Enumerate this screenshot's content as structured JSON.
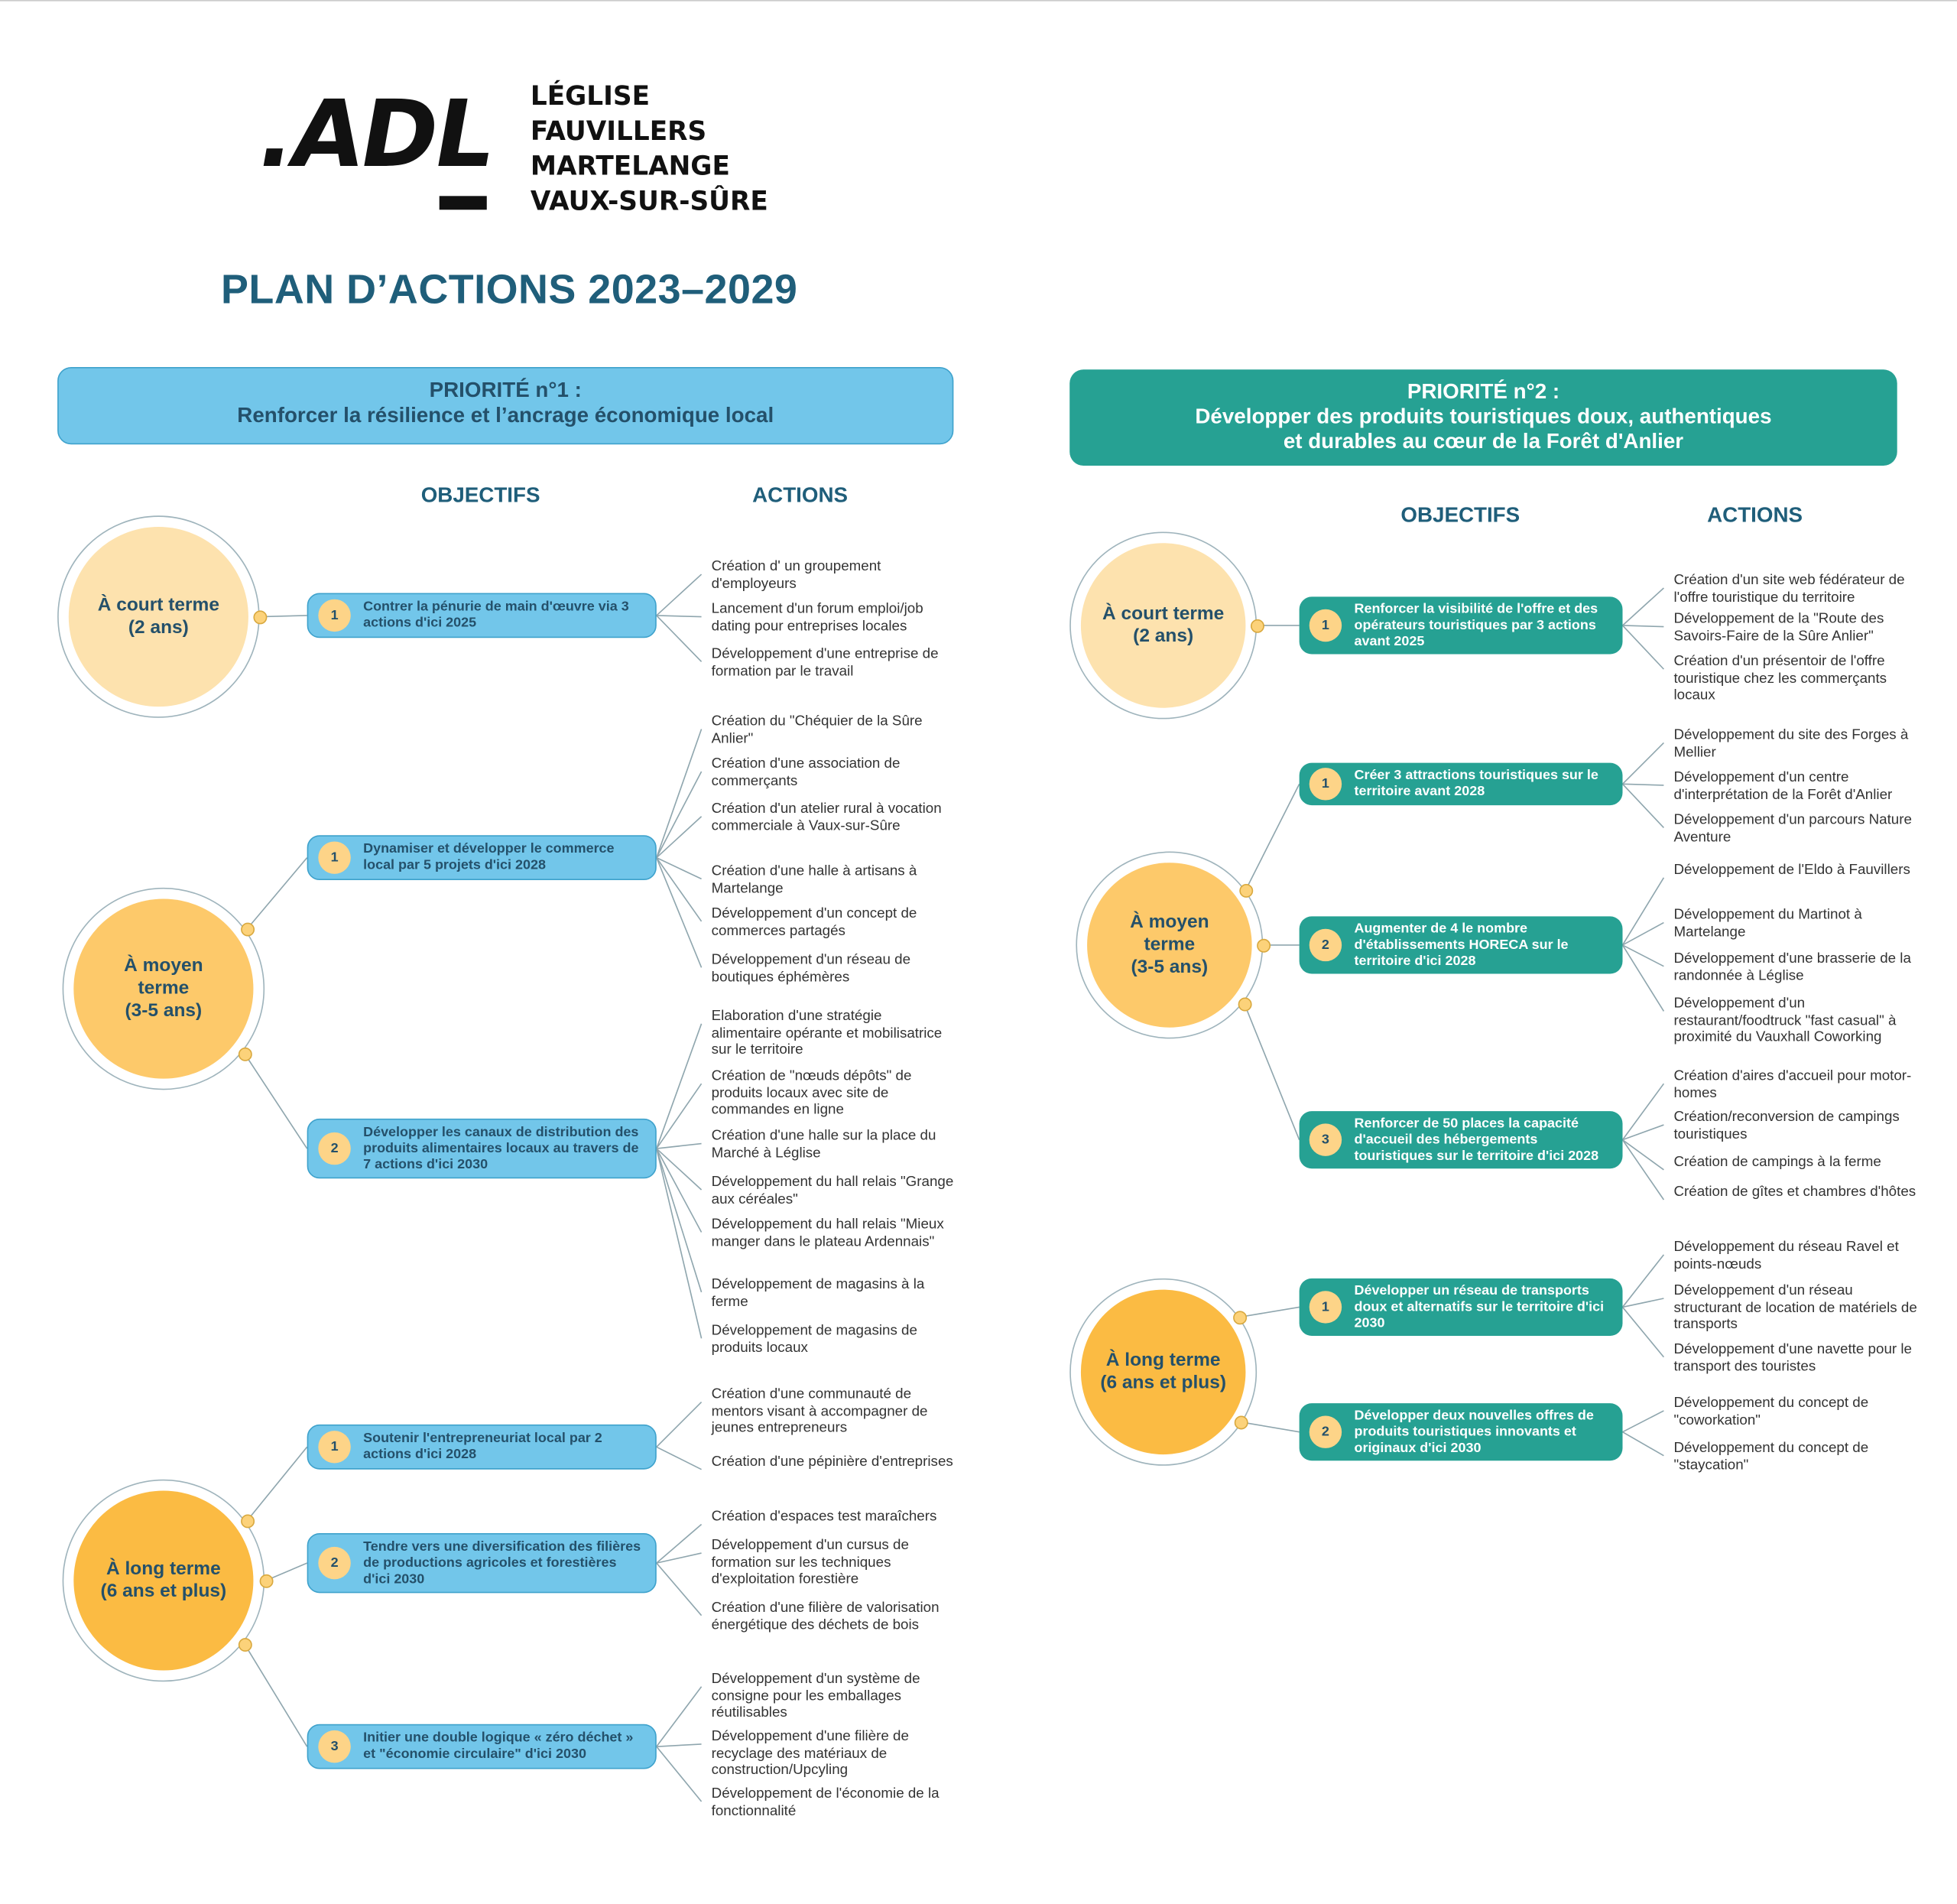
{
  "logo": {
    "text": ".ADL",
    "towns": [
      "LÉGLISE",
      "FAUVILLERS",
      "MARTELANGE",
      "VAUX-SUR-SÛRE"
    ]
  },
  "title": "PLAN D’ACTIONS 2023–2029",
  "colors": {
    "p1": "#72c6ea",
    "p2": "#26a193",
    "short": "#fde2ae",
    "mid": "#fdc96a",
    "long": "#fbbb43",
    "title": "#1f5e7a"
  },
  "priorities": [
    {
      "label": "PRIORITÉ n°1 :",
      "subtitle": [
        "Renforcer la résilience et l’ancrage économique local"
      ],
      "objectives_header": "OBJECTIFS",
      "actions_header": "ACTIONS",
      "terms": [
        {
          "label": [
            "À court terme",
            "(2 ans)"
          ],
          "objectives": [
            {
              "num": "1",
              "text": "Contrer la pénurie de main d'œuvre via 3 actions d'ici 2025",
              "actions": [
                "Création d' un groupement d'employeurs",
                "Lancement d'un forum emploi/job dating pour entreprises locales",
                "Développement d'une entreprise de formation par le travail"
              ]
            }
          ]
        },
        {
          "label": [
            "À moyen",
            "terme",
            "(3-5 ans)"
          ],
          "objectives": [
            {
              "num": "1",
              "text": "Dynamiser et développer le commerce local par 5 projets d'ici 2028",
              "actions": [
                "Création du  \"Chéquier de la Sûre Anlier\"",
                "Création d'une association de commerçants",
                "Création d'un atelier rural à vocation commerciale à Vaux-sur-Sûre",
                "Création d'une halle à artisans à Martelange",
                "Développement d'un concept de commerces partagés",
                "Développement d'un réseau de boutiques éphémères"
              ]
            },
            {
              "num": "2",
              "text": "Développer les canaux de distribution des produits alimentaires locaux au travers de 7 actions d'ici 2030",
              "actions": [
                "Elaboration d'une stratégie alimentaire opérante et mobilisatrice sur le territoire",
                "Création de \"nœuds dépôts\" de produits locaux avec site de commandes en ligne",
                "Création d'une halle sur la place du Marché à Léglise",
                "Développement du hall relais \"Grange aux céréales\"",
                "Développement du hall relais \"Mieux manger dans le plateau Ardennais\"",
                "Développement de magasins à la ferme",
                "Développement de magasins de produits locaux"
              ]
            }
          ]
        },
        {
          "label": [
            "À long terme",
            "(6 ans et plus)"
          ],
          "objectives": [
            {
              "num": "1",
              "text": "Soutenir l'entrepreneuriat local par 2 actions d'ici 2028",
              "actions": [
                "Création d'une communauté de mentors visant à accompagner de jeunes entrepreneurs",
                "Création d'une pépinière d'entreprises"
              ]
            },
            {
              "num": "2",
              "text": "Tendre vers une diversification des filières de productions agricoles et forestières d'ici 2030",
              "actions": [
                "Création d'espaces test maraîchers",
                "Développement d'un cursus de formation sur les techniques d'exploitation forestière",
                "Création d'une filière de valorisation énergétique des déchets de bois"
              ]
            },
            {
              "num": "3",
              "text": "Initier une double logique « zéro déchet » et \"économie circulaire\" d'ici 2030",
              "actions": [
                "Développement d'un système de consigne pour les emballages réutilisables",
                "Développement d'une filière de recyclage des matériaux de construction/Upcyling",
                "Développement de l'économie de la fonctionnalité"
              ]
            }
          ]
        }
      ]
    },
    {
      "label": "PRIORITÉ n°2 :",
      "subtitle": [
        "Développer des produits touristiques doux, authentiques",
        "et durables au cœur de la Forêt d'Anlier"
      ],
      "objectives_header": "OBJECTIFS",
      "actions_header": "ACTIONS",
      "terms": [
        {
          "label": [
            "À court terme",
            "(2 ans)"
          ],
          "objectives": [
            {
              "num": "1",
              "text": "Renforcer la visibilité de l'offre et des opérateurs touristiques par 3 actions avant 2025",
              "actions": [
                "Création d'un site web fédérateur de l'offre touristique du territoire",
                "Développement de la \"Route des Savoirs-Faire de la Sûre Anlier\"",
                "Création d'un présentoir de l'offre touristique chez les commerçants locaux"
              ]
            }
          ]
        },
        {
          "label": [
            "À moyen",
            "terme",
            "(3-5 ans)"
          ],
          "objectives": [
            {
              "num": "1",
              "text": "Créer 3 attractions touristiques sur le territoire avant 2028",
              "actions": [
                "Développement du site des Forges à Mellier",
                "Développement d'un centre d'interprétation de la Forêt d'Anlier",
                "Développement d'un parcours Nature Aventure"
              ]
            },
            {
              "num": "2",
              "text": "Augmenter de 4 le nombre d'établissements HORECA sur le territoire d'ici 2028",
              "actions": [
                "Développement de l'Eldo à Fauvillers",
                "Développement du Martinot à Martelange",
                "Développement d'une brasserie de la randonnée à Léglise",
                "Développement d'un restaurant/foodtruck \"fast casual\" à proximité du Vauxhall Coworking"
              ]
            },
            {
              "num": "3",
              "text": "Renforcer de 50 places la capacité d'accueil des hébergements touristiques sur le territoire d'ici 2028",
              "actions": [
                "Création d'aires d'accueil pour motor-homes",
                "Création/reconversion de campings touristiques",
                "Création de campings à la ferme",
                "Création de gîtes et chambres d'hôtes"
              ]
            }
          ]
        },
        {
          "label": [
            "À long terme",
            "(6 ans et plus)"
          ],
          "objectives": [
            {
              "num": "1",
              "text": "Développer un réseau de transports doux et alternatifs sur le territoire d'ici 2030",
              "actions": [
                "Développement du réseau Ravel et points-nœuds",
                "Développement d'un réseau structurant de location de matériels de transports",
                "Développement d'une navette pour le transport des touristes"
              ]
            },
            {
              "num": "2",
              "text": "Développer deux nouvelles offres de produits touristiques innovants et originaux d'ici 2030",
              "actions": [
                "Développement du concept de \"coworkation\"",
                "Développement du concept de \"staycation\""
              ]
            }
          ]
        }
      ]
    }
  ]
}
